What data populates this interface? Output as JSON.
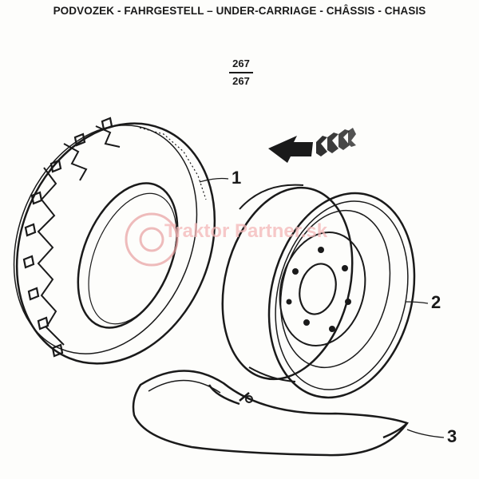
{
  "header": {
    "title": "PODVOZEK - FAHRGESTELL – UNDER-CARRIAGE - CHÂSSIS - CHASIS"
  },
  "group_code": {
    "numerator": "267",
    "denominator": "267"
  },
  "parts": [
    {
      "id": "tyre",
      "label": "1"
    },
    {
      "id": "wheel-rim",
      "label": "2"
    },
    {
      "id": "inner-tube",
      "label": "3"
    }
  ],
  "watermark": {
    "text": "Traktor Partner.sk",
    "color": "#e87a7a"
  },
  "colors": {
    "ink": "#1a1a1a",
    "paper": "#fdfdfb"
  }
}
